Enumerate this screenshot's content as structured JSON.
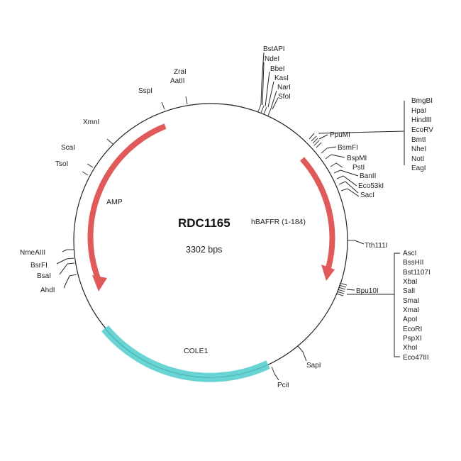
{
  "plasmid": {
    "name": "RDC1165",
    "size_label": "3302 bps"
  },
  "features": {
    "amp": {
      "label": "AMP",
      "color": "#e05a5a"
    },
    "insert": {
      "label": "hBAFFR (1-184)",
      "color": "#e05a5a"
    },
    "ori": {
      "label": "COLE1",
      "color": "#6ad4d4"
    }
  },
  "sites": {
    "ZraI": "ZraI",
    "AatII": "AatII",
    "SspI": "SspI",
    "XmnI": "XmnI",
    "ScaI": "ScaI",
    "TsoI": "TsoI",
    "NmeAIII": "NmeAIII",
    "BsrFI": "BsrFI",
    "BsaI": "BsaI",
    "AhdI": "AhdI",
    "PciI": "PciI",
    "SapI": "SapI",
    "Tth111I": "Tth111I",
    "PpuMI": "PpuMI",
    "BsmFI": "BsmFI",
    "BspMI": "BspMI",
    "PstI": "PstI",
    "BanII": "BanII",
    "Eco53kI": "Eco53kI",
    "SacI": "SacI",
    "Bpu10I": "Bpu10I"
  },
  "site_groups": {
    "top": [
      "BstAPI",
      "NdeI",
      "BbeI",
      "KasI",
      "NarI",
      "SfoI"
    ],
    "right_upper": [
      "BmgBI",
      "HpaI",
      "HindIII",
      "EcoRV",
      "BmtI",
      "NheI",
      "NotI",
      "EagI"
    ],
    "right_lower": [
      "AscI",
      "BssHII",
      "Bst1107I",
      "XbaI",
      "SalI",
      "SmaI",
      "XmaI",
      "ApoI",
      "EcoRI",
      "PspXI",
      "XhoI",
      "Eco47III"
    ]
  }
}
